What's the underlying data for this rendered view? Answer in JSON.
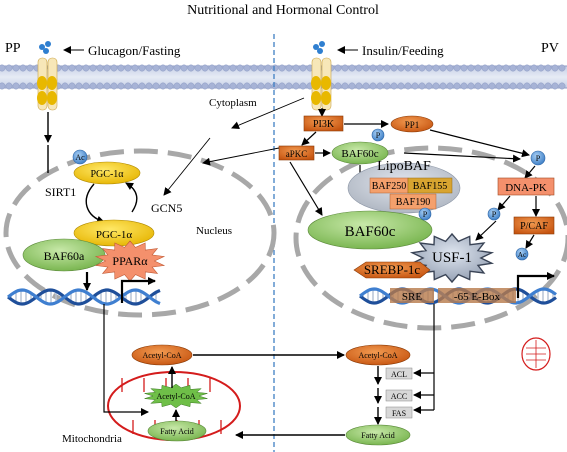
{
  "title": "Nutritional and Hormonal Control",
  "left_region": {
    "label": "PP",
    "hormone_label": "Glucagon/Fasting",
    "cytoplasm_label": "Cytoplasm",
    "nucleus_label": "Nucleus",
    "mitochondria_label": "Mitochondria",
    "nodes": {
      "ac": "Ac",
      "pgc1a_top": "PGC-1α",
      "sirt1": "SIRT1",
      "gcn5": "GCN5",
      "pgc1a_bottom": "PGC-1α",
      "baf60a": "BAF60a",
      "ppara": "PPARα"
    }
  },
  "right_region": {
    "label": "PV",
    "hormone_label": "Insulin/Feeding",
    "nodes": {
      "pi3k": "PI3K",
      "pp1": "PP1",
      "apkc": "aPKC",
      "baf60c_cyto": "BAF60c",
      "p": "P",
      "lipobaf": "LipoBAF",
      "baf250": "BAF250",
      "baf155": "BAF155",
      "baf190": "BAF190",
      "dnapk": "DNA-PK",
      "baf60c_nuc": "BAF60c",
      "pcaf": "P/CAF",
      "usf1": "USF-1",
      "ac": "Ac",
      "srebp1c": "SREBP-1c",
      "sre": "SRE",
      "ebox": "-65 E-Box"
    }
  },
  "metabolism": {
    "acetylcoa_left": "Acetyl-CoA",
    "acetylcoa_right": "Acetyl-CoA",
    "acetylcoa_mito": "Acetyl-CoA",
    "fatty_acid_mito": "Fatty Acid",
    "fatty_acid_right": "Fatty Acid",
    "acl": "ACL",
    "acc": "ACC",
    "fas": "FAS"
  },
  "colors": {
    "orange_node": "#d9600f",
    "yellow_node": "#f5c800",
    "green_node": "#8ec86a",
    "salmon": "#f4906c",
    "blue_p": "#4a8fd4",
    "membrane": "#9aaad0"
  }
}
